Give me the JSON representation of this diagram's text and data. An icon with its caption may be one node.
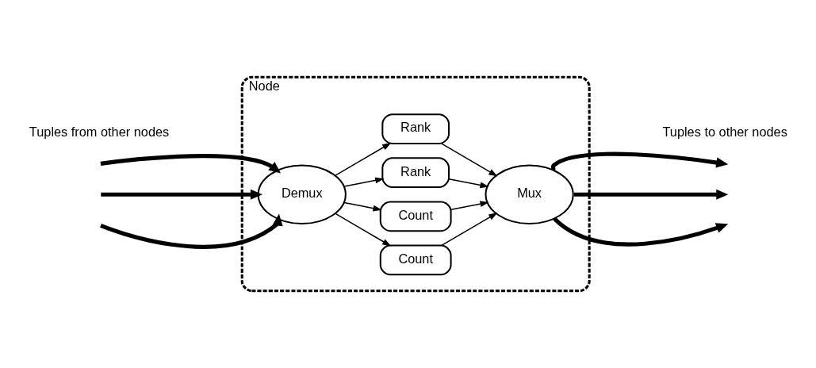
{
  "diagram": {
    "nodes": [
      {
        "text": [
          "Node"
        ]
      },
      {
        "text": [
          "Demux"
        ],
        "in": 0
      },
      {
        "text": [
          "Count"
        ],
        "in": 0
      },
      {
        "text": [
          "Count"
        ],
        "in": 0
      },
      {
        "text": [
          "Rank"
        ],
        "in": 0
      },
      {
        "text": [
          "Rank"
        ],
        "in": 0
      },
      {
        "text": [
          "Mux"
        ],
        "in": 0
      }
    ],
    "edges": [
      {
        "from": null,
        "to": 1,
        "arrow": "to",
        "style": "thick"
      },
      {
        "from": null,
        "to": 1,
        "arrow": "to",
        "style": "thick"
      },
      {
        "from": null,
        "to": 1,
        "arrow": "to",
        "style": "thick"
      },
      {
        "from": 1,
        "to": 2,
        "arrow": "to"
      },
      {
        "from": 1,
        "to": 3,
        "arrow": "to"
      },
      {
        "from": 1,
        "to": 4,
        "arrow": "to"
      },
      {
        "from": 1,
        "to": 5,
        "arrow": "to"
      },
      {
        "from": 2,
        "to": 6,
        "arrow": "to"
      },
      {
        "from": 3,
        "to": 6,
        "arrow": "to"
      },
      {
        "from": 4,
        "to": 6,
        "arrow": "to"
      },
      {
        "from": 5,
        "to": 6,
        "arrow": "to"
      },
      {
        "from": 6,
        "to": null,
        "arrow": "to",
        "style": "thick"
      },
      {
        "from": 6,
        "to": null,
        "arrow": "to",
        "style": "thick"
      },
      {
        "from": 6,
        "to": null,
        "arrow": "to",
        "style": "thick"
      }
    ],
    "labels": [
      "Tuples from other nodes",
      "Tuples to other nodes"
    ]
  }
}
